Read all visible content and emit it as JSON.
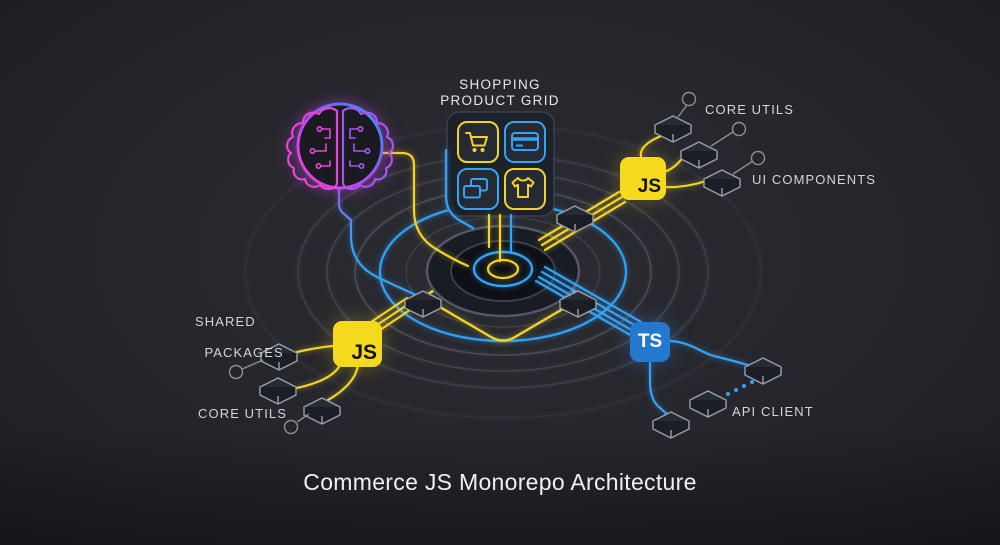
{
  "diagram_title": "Commerce JS Monorepo Architecture",
  "shopping_panel": {
    "label_line1": "SHOPPING",
    "label_line2": "PRODUCT GRID",
    "tiles": [
      {
        "icon": "shopping-cart-icon",
        "color": "#f2d327"
      },
      {
        "icon": "credit-card-icon",
        "color": "#35a3f5"
      },
      {
        "icon": "layers-icon",
        "color": "#35a3f5"
      },
      {
        "icon": "t-shirt-icon",
        "color": "#f2d327"
      }
    ]
  },
  "badges": {
    "top_right_js": "JS",
    "bottom_left_js": "JS",
    "typescript": "TS"
  },
  "package_labels": {
    "core_utils_top_right": "CORE UTILS",
    "ui_components": "UI COMPONENTS",
    "shared_packages_line1": "SHARED",
    "shared_packages_line2": "PACKAGES",
    "core_utils_bottom_left": "CORE UTILS",
    "api_client": "API CLIENT"
  },
  "icons": [
    "brain-circuit-icon",
    "shopping-cart-icon",
    "credit-card-icon",
    "layers-icon",
    "t-shirt-icon",
    "chip-icon",
    "pin-icon"
  ],
  "colors": {
    "background": "#26262c",
    "wire_yellow": "#f2d327",
    "wire_blue": "#35a3f5",
    "brain_magenta": "#e845d8",
    "brain_purple": "#a855f0",
    "brain_blue": "#3fa9f5",
    "js_badge": "#f5d91f",
    "ts_badge": "#2478cd",
    "chip_outline": "#99a0ab",
    "ring_gray": "#40454f",
    "label_text": "#d3d6da",
    "title_text": "#eef0f2"
  }
}
